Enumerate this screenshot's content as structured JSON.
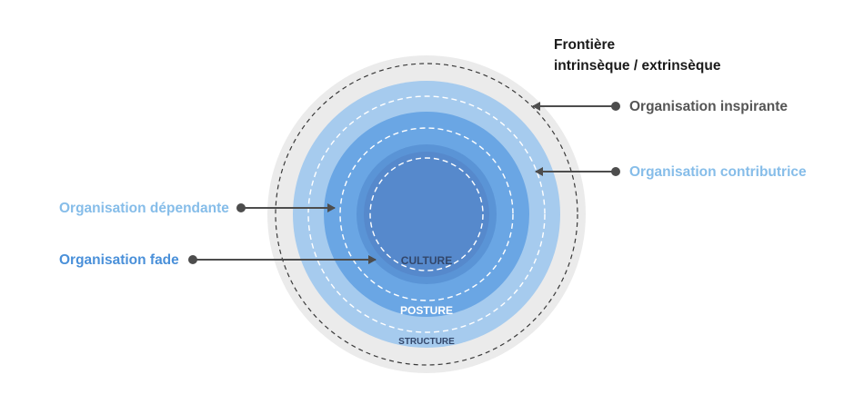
{
  "frontier": {
    "line1": "Frontière",
    "line2": "intrinsèque / extrinsèque"
  },
  "organisations": {
    "inspirante": "Organisation inspirante",
    "contributrice": "Organisation contributrice",
    "dependante": "Organisation dépendante",
    "fade": "Organisation fade"
  },
  "rings": {
    "culture": "CULTURE",
    "posture": "POSTURE",
    "structure": "STRUCTURE"
  },
  "colors": {
    "outer_grey": "#ebebeb",
    "structure_blue": "#a6cbee",
    "posture_blue": "#6aa6e4",
    "culture_blue": "#5a94d6",
    "core_blue": "#5689cc",
    "text_dark": "#333333",
    "text_grey": "#555555",
    "text_light_blue": "#86bde9",
    "text_mid_blue": "#4a90d9",
    "arrow": "#4d4d4d"
  }
}
